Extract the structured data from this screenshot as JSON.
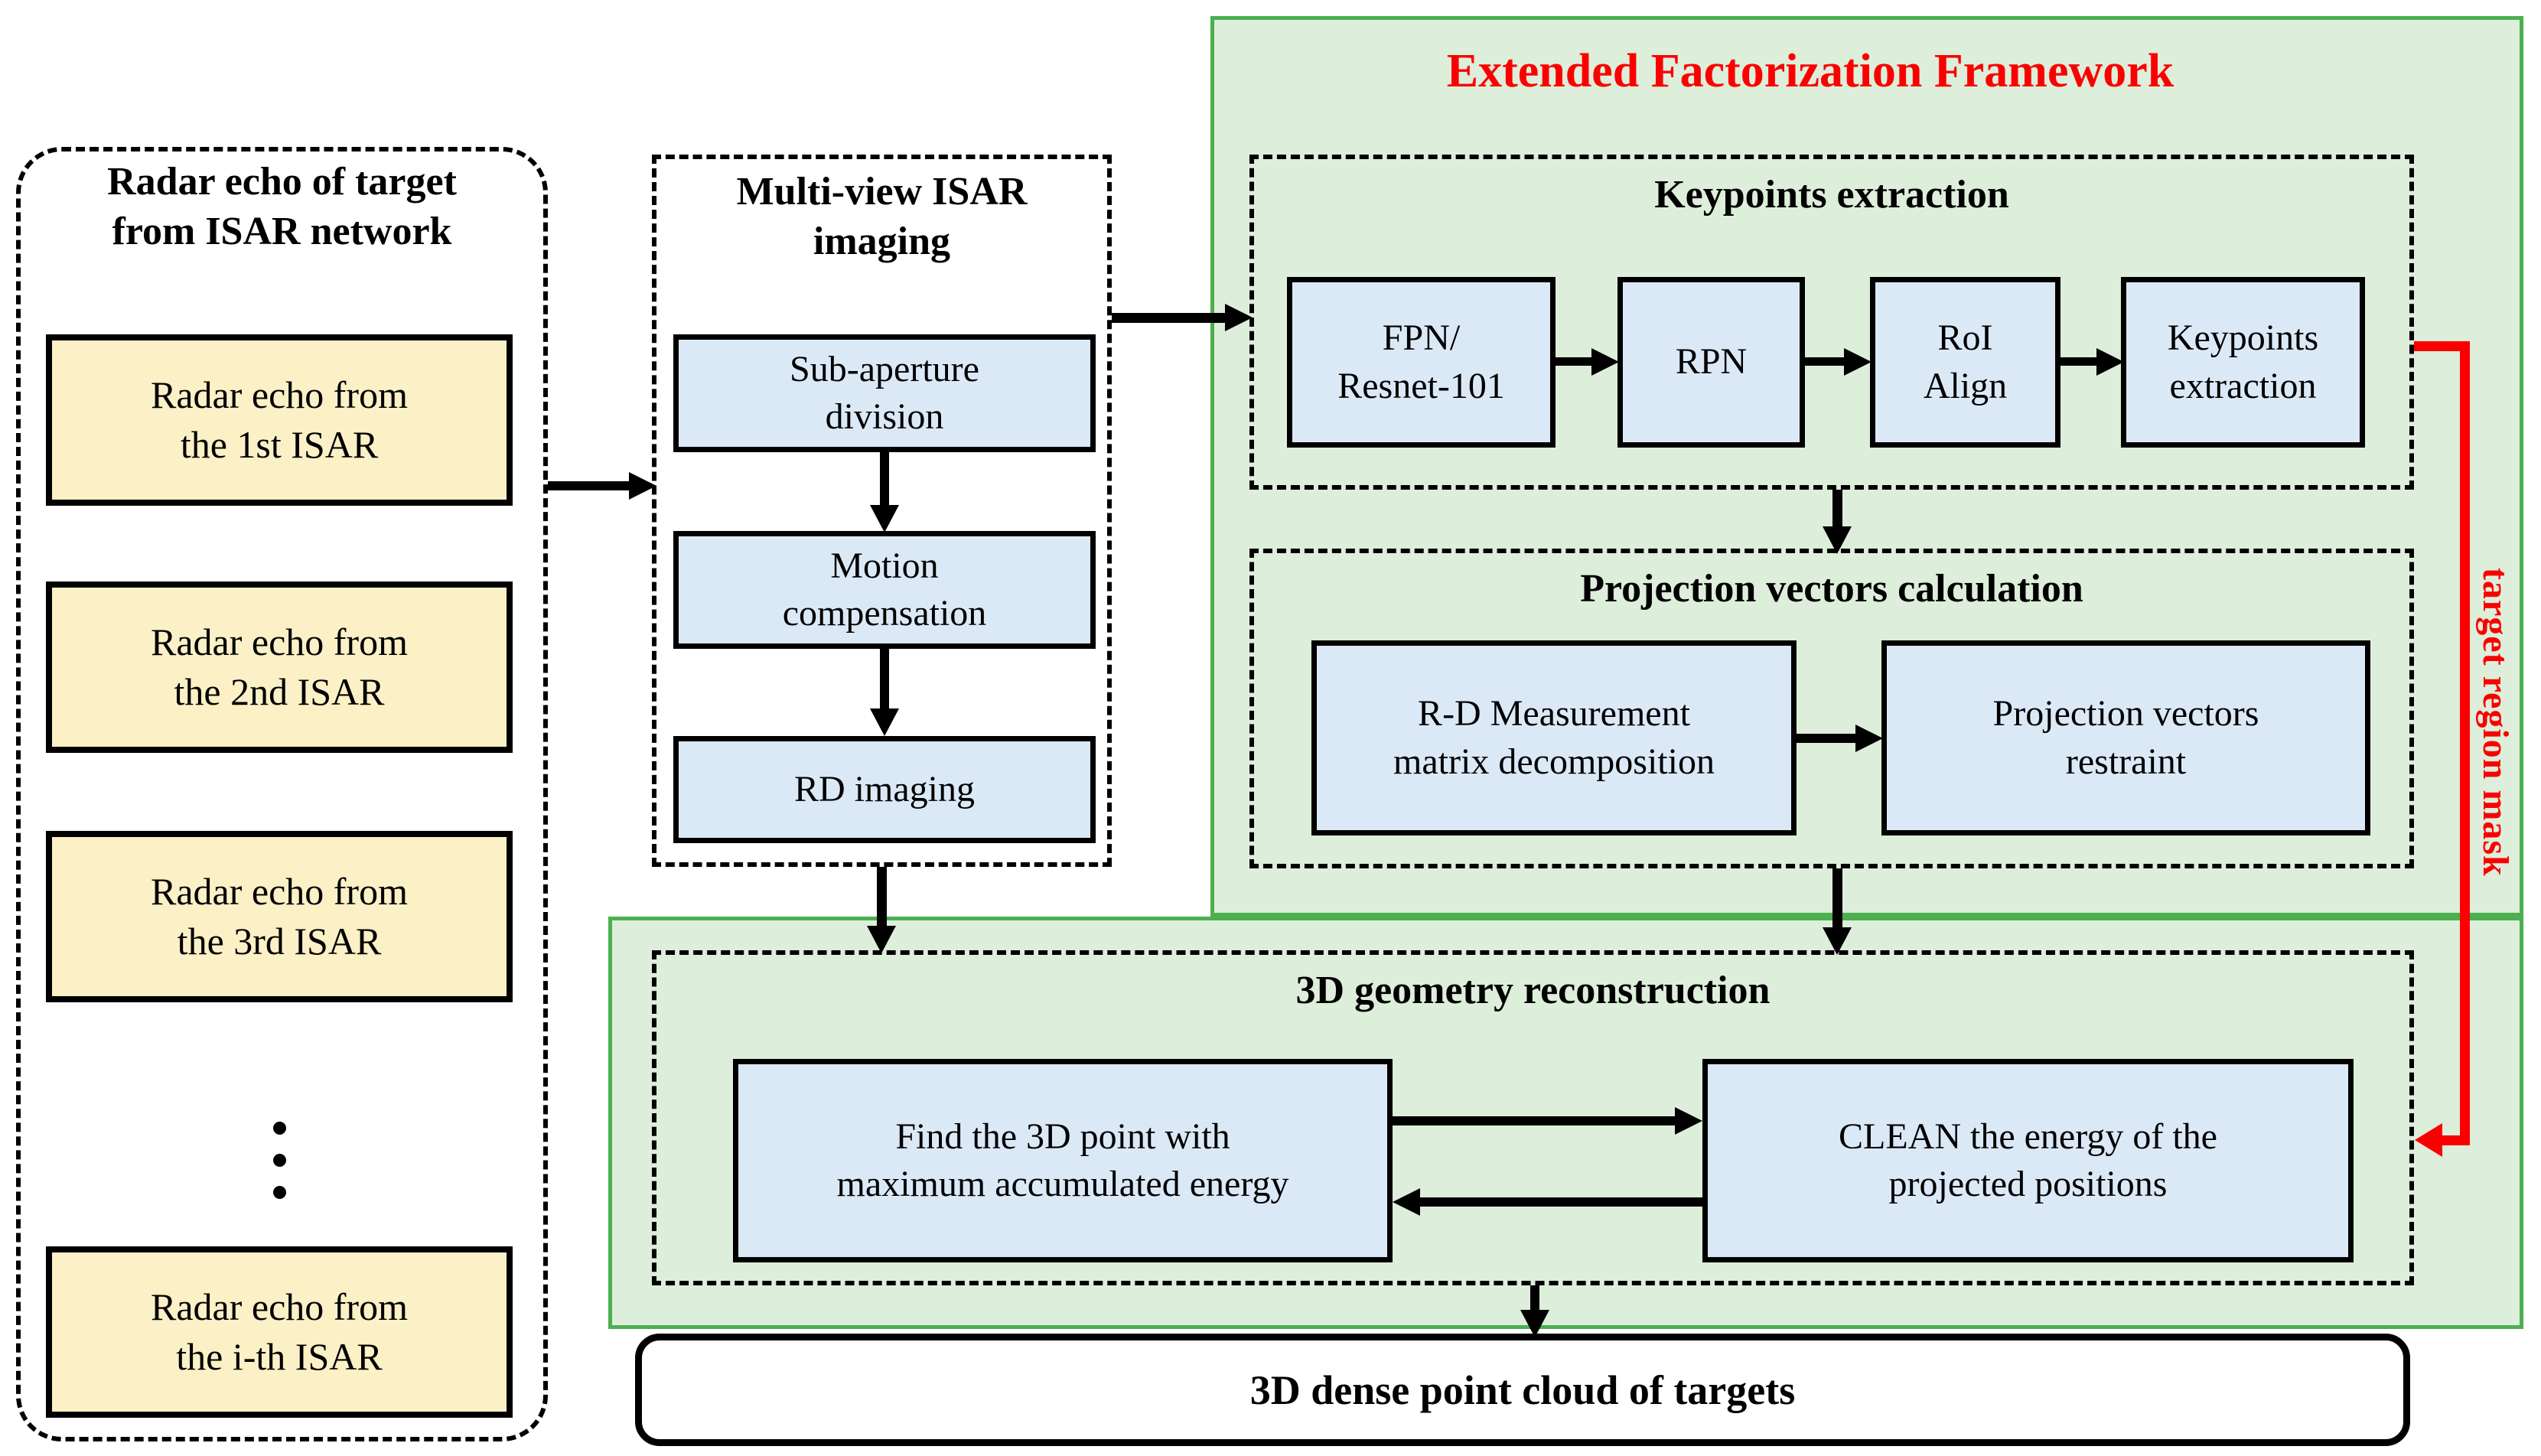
{
  "colors": {
    "green_border": "#4caf50",
    "green_fill": "#ddeeda",
    "blue_fill": "#dbe9f7",
    "yellow_fill": "#fbf0c6",
    "accent_red": "#fb0000"
  },
  "left_panel": {
    "title": "Radar echo of target\nfrom ISAR network",
    "boxes": [
      "Radar echo from\nthe 1st ISAR",
      "Radar echo from\nthe 2nd ISAR",
      "Radar echo from\nthe 3rd ISAR",
      "Radar echo from\nthe i-th ISAR"
    ],
    "ellipsis": "⋮"
  },
  "imaging_panel": {
    "title": "Multi-view ISAR\nimaging",
    "boxes": [
      "Sub-aperture\ndivision",
      "Motion\ncompensation",
      "RD imaging"
    ]
  },
  "framework": {
    "title": "Extended Factorization Framework",
    "side_label": "target region mask",
    "keypoints": {
      "title": "Keypoints extraction",
      "boxes": [
        "FPN/\nResnet-101",
        "RPN",
        "RoI\nAlign",
        "Keypoints\nextraction"
      ]
    },
    "projection": {
      "title": "Projection vectors calculation",
      "boxes": [
        "R-D Measurement\nmatrix decomposition",
        "Projection vectors\nrestraint"
      ]
    },
    "reconstruction": {
      "title": "3D geometry reconstruction",
      "boxes": [
        "Find the 3D point with\nmaximum accumulated energy",
        "CLEAN the energy of the\nprojected positions"
      ]
    }
  },
  "output_box": {
    "label": "3D dense point cloud of targets"
  }
}
